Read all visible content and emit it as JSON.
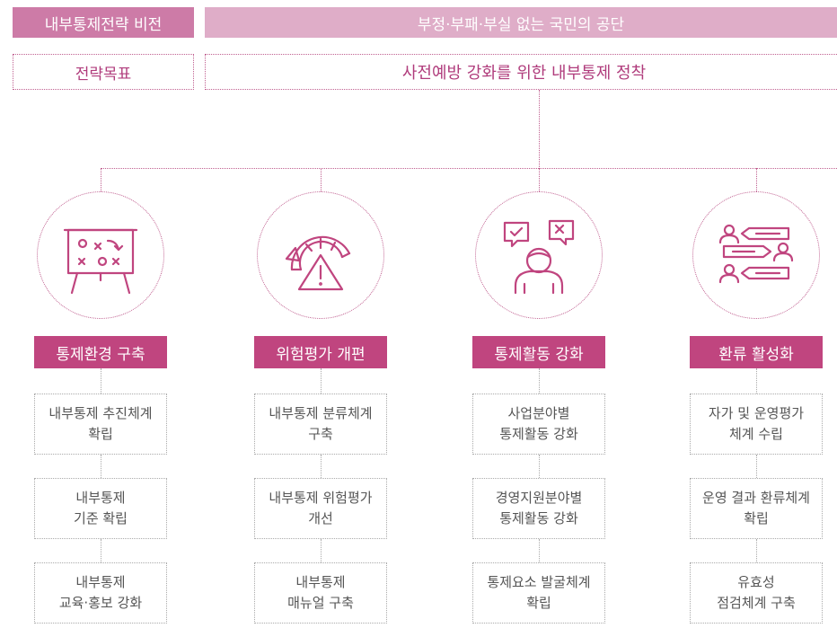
{
  "vision": {
    "label": "내부통제전략 비전",
    "text": "부정·부패·부실 없는 국민의 공단"
  },
  "goal": {
    "label": "전략목표",
    "text": "사전예방 강화를 위한 내부통제 정착"
  },
  "columns": [
    {
      "icon": "strategy-board-icon",
      "title": "통제환경 구축",
      "items": [
        "내부통제 추진체계\n확립",
        "내부통제\n기준 확립",
        "내부통제\n교육·홍보 강화"
      ]
    },
    {
      "icon": "risk-gauge-warning-icon",
      "title": "위험평가 개편",
      "items": [
        "내부통제 분류체계\n구축",
        "내부통제 위험평가\n개선",
        "내부통제\n매뉴얼 구축"
      ]
    },
    {
      "icon": "person-decision-icon",
      "title": "통제활동 강화",
      "items": [
        "사업분야별\n통제활동 강화",
        "경영지원분야별\n통제활동 강화",
        "통제요소 발굴체계\n확립"
      ]
    },
    {
      "icon": "feedback-chat-icon",
      "title": "환류 활성화",
      "items": [
        "자가 및 운영평가\n체계 수립",
        "운영 결과 환류체계\n확립",
        "유효성\n점검체계 구축"
      ]
    }
  ],
  "colors": {
    "accent": "#c0457f",
    "vision_label_bg": "#cd7ba7",
    "vision_bg": "#dfadc8",
    "goal_text": "#b03c7c"
  }
}
